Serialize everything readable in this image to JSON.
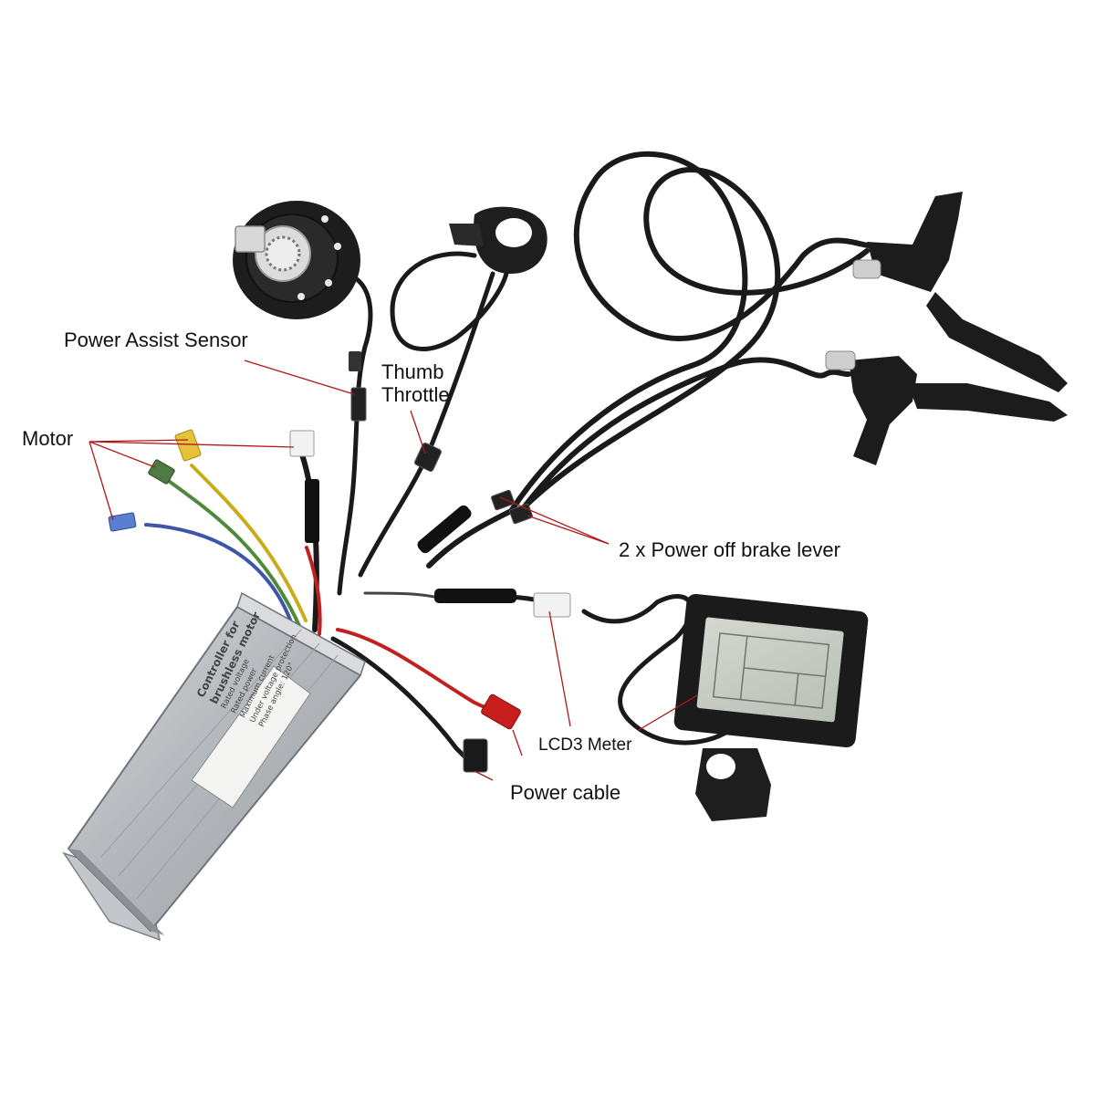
{
  "colors": {
    "background": "#ffffff",
    "callout_line": "#b01818",
    "cable": "#1a1a1a",
    "housing": "#b9bcc0",
    "housing_dark": "#8c9096",
    "wire_yellow": "#c9ac1c",
    "wire_green": "#4e8a3a",
    "wire_blue": "#3e56a8",
    "wire_red": "#c21f1f",
    "connector_blue": "#5b7fd0",
    "connector_green": "#4f7a45",
    "connector_yellow": "#e6c23a",
    "connector_white": "#f2f2f2",
    "connector_red": "#c81e1e",
    "lcd_screen": "#c9cdc6"
  },
  "labels": {
    "power_assist_sensor": "Power Assist Sensor",
    "thumb": "Thumb",
    "throttle": "Throttle",
    "motor": "Motor",
    "brake_lever": "2 x Power off brake lever",
    "lcd3_meter": "LCD3 Meter",
    "power_cable": "Power cable"
  },
  "controller_label": {
    "title": "Controller for brushless motor",
    "lines": [
      "Rated voltage",
      "Rated power",
      "Maximum current",
      "Under voltage protection",
      "Phase angle: 120°"
    ]
  }
}
